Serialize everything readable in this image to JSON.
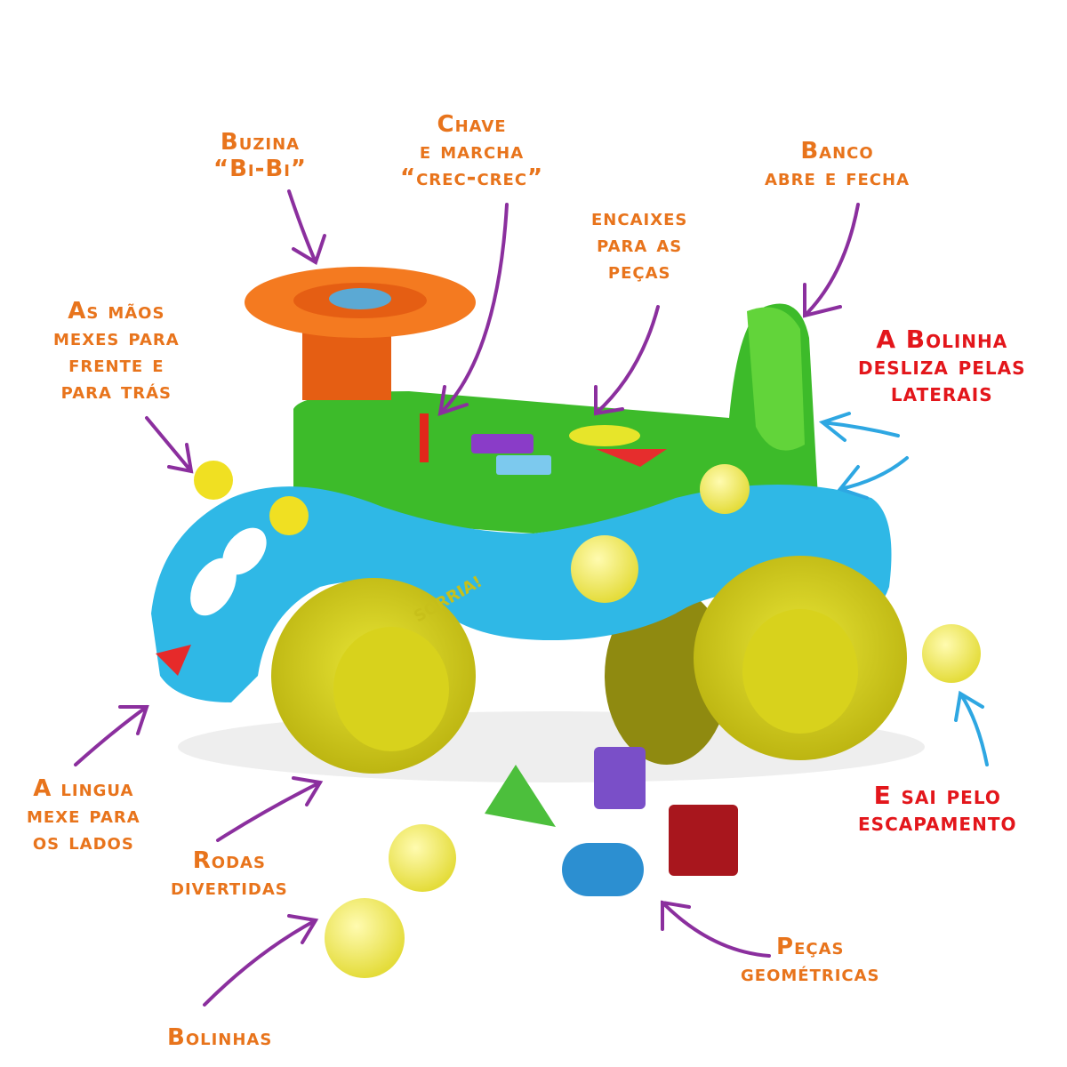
{
  "colors": {
    "orange_label": "#e8741c",
    "red_label": "#e3161b",
    "purple_arrow": "#8b2f9e",
    "blue_arrow": "#2ea7e2"
  },
  "labels": {
    "buzina": [
      "Buzina",
      "“Bi-Bi”"
    ],
    "chave": [
      "Chave",
      "e marcha",
      "“crec-crec”"
    ],
    "encaixes": [
      "encaixes",
      "para as",
      "peças"
    ],
    "banco": [
      "Banco",
      "abre e fecha"
    ],
    "maos": [
      "As mãos",
      "mexes para",
      "frente e",
      "para trás"
    ],
    "bolinha_desliza": [
      "A Bolinha",
      "desliza pelas",
      "laterais"
    ],
    "sai_pelo": [
      "E sai pelo",
      "escapamento"
    ],
    "lingua": [
      "A lingua",
      "mexe para",
      "os lados"
    ],
    "rodas": [
      "Rodas",
      "divertidas"
    ],
    "pecas": [
      "Peças",
      "geométricas"
    ],
    "bolinhas": [
      "Bolinhas"
    ]
  },
  "toy": {
    "wheel_text": "SORRIA!"
  }
}
